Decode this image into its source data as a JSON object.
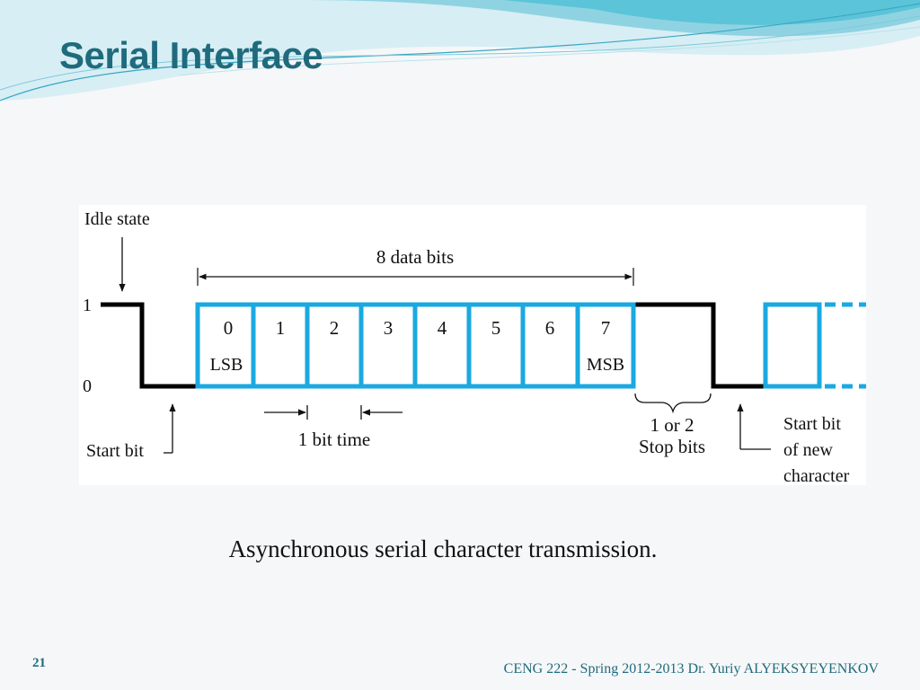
{
  "slide": {
    "title": "Serial Interface",
    "caption": "Asynchronous serial character transmission.",
    "number": "21",
    "footer": "CENG 222 - Spring 2012-2013   Dr. Yuriy ALYEKSYEYENKOV"
  },
  "diagram": {
    "idle_state_label": "Idle state",
    "level_high": "1",
    "level_low": "0",
    "data_bits_label": "8 data bits",
    "bit_numbers": [
      "0",
      "1",
      "2",
      "3",
      "4",
      "5",
      "6",
      "7"
    ],
    "lsb_label": "LSB",
    "msb_label": "MSB",
    "start_bit_label": "Start bit",
    "bit_time_label": "1 bit time",
    "stop_bits_line1": "1 or 2",
    "stop_bits_line2": "Stop bits",
    "new_start_line1": "Start bit",
    "new_start_line2": "of new",
    "new_start_line3": "character"
  },
  "colors": {
    "title": "#1f6b7d",
    "data_frame": "#1aa9e0",
    "signal": "#000000",
    "banner": "#5bc4d8"
  }
}
